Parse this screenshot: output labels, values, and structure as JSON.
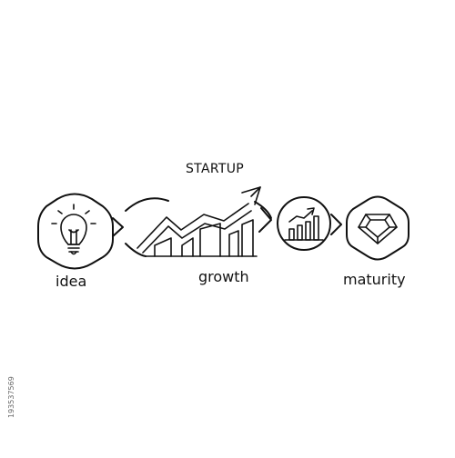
{
  "diagram": {
    "title": "STARTUP",
    "stages": [
      {
        "label": "idea",
        "icon": "light-bulb-icon"
      },
      {
        "label": "growth",
        "icon": "rising-bar-chart-icon"
      },
      {
        "label": "maturity",
        "icon": "diamond-icon"
      }
    ],
    "stock_id": "193537569"
  },
  "colors": {
    "stroke": "#111111",
    "background": "#ffffff"
  }
}
